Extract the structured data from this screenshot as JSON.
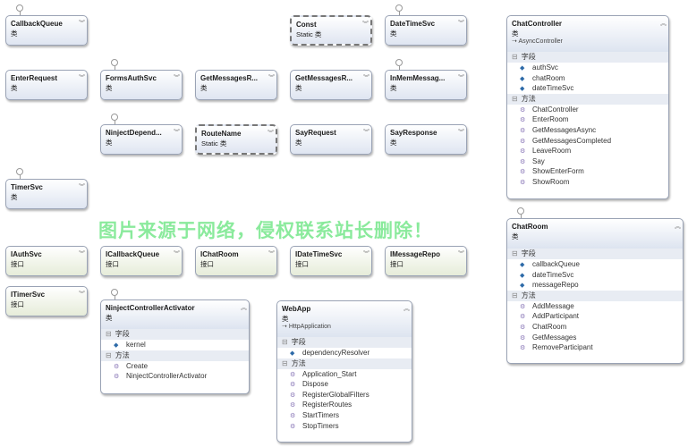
{
  "labels": {
    "class": "类",
    "static_class": "Static 类",
    "interface": "接口",
    "fields": "字段",
    "methods": "方法"
  },
  "small_classes": [
    {
      "name": "CallbackQueue",
      "kind": "类"
    },
    {
      "name": "Const",
      "kind": "Static 类"
    },
    {
      "name": "DateTimeSvc",
      "kind": "类"
    },
    {
      "name": "EnterRequest",
      "kind": "类"
    },
    {
      "name": "FormsAuthSvc",
      "kind": "类"
    },
    {
      "name": "GetMessagesR...",
      "kind": "类"
    },
    {
      "name": "GetMessagesR...",
      "kind": "类"
    },
    {
      "name": "InMemMessag...",
      "kind": "类"
    },
    {
      "name": "NinjectDepend...",
      "kind": "类"
    },
    {
      "name": "RouteName",
      "kind": "Static 类"
    },
    {
      "name": "SayRequest",
      "kind": "类"
    },
    {
      "name": "SayResponse",
      "kind": "类"
    },
    {
      "name": "TimerSvc",
      "kind": "类"
    }
  ],
  "interfaces": [
    {
      "name": "IAuthSvc",
      "kind": "接口"
    },
    {
      "name": "ICallbackQueue",
      "kind": "接口"
    },
    {
      "name": "IChatRoom",
      "kind": "接口"
    },
    {
      "name": "IDateTimeSvc",
      "kind": "接口"
    },
    {
      "name": "IMessageRepo",
      "kind": "接口"
    },
    {
      "name": "ITimerSvc",
      "kind": "接口"
    }
  ],
  "chat_controller": {
    "name": "ChatController",
    "kind": "类",
    "base": "AsyncController",
    "fields": [
      "authSvc",
      "chatRoom",
      "dateTimeSvc"
    ],
    "methods": [
      "ChatController",
      "EnterRoom",
      "GetMessagesAsync",
      "GetMessagesCompleted",
      "LeaveRoom",
      "Say",
      "ShowEnterForm",
      "ShowRoom"
    ]
  },
  "chat_room": {
    "name": "ChatRoom",
    "kind": "类",
    "fields": [
      "callbackQueue",
      "dateTimeSvc",
      "messageRepo"
    ],
    "methods": [
      "AddMessage",
      "AddParticipant",
      "ChatRoom",
      "GetMessages",
      "RemoveParticipant"
    ]
  },
  "ninject_activator": {
    "name": "NinjectControllerActivator",
    "kind": "类",
    "fields": [
      "kernel"
    ],
    "methods": [
      "Create",
      "NinjectControllerActivator"
    ]
  },
  "web_app": {
    "name": "WebApp",
    "kind": "类",
    "base": "HttpApplication",
    "fields": [
      "dependencyResolver"
    ],
    "methods": [
      "Application_Start",
      "Dispose",
      "RegisterGlobalFilters",
      "RegisterRoutes",
      "StartTimers",
      "StopTimers"
    ]
  },
  "watermark": "图片来源于网络，侵权联系站长删除！"
}
